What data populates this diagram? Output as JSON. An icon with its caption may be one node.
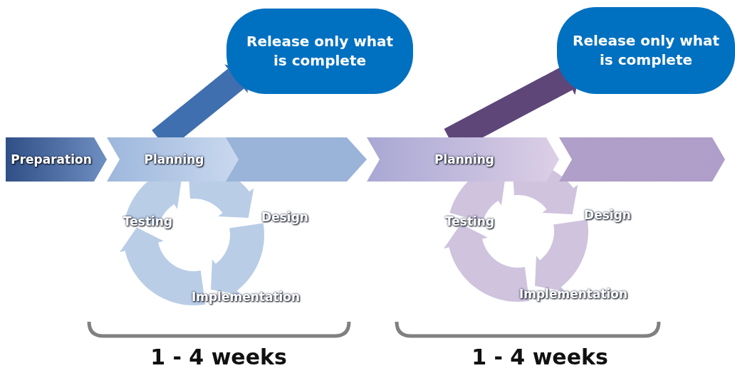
{
  "diagram": {
    "nodes": [
      {
        "text": [
          "Preparation"
        ]
      },
      {
        "text": [
          "Planning"
        ]
      },
      {
        "text": [
          "Design"
        ]
      },
      {
        "text": [
          "Implementation"
        ]
      },
      {
        "text": [
          "Testing"
        ]
      },
      {
        "text": [
          "Release only what is complete"
        ]
      },
      {
        "text": [
          "Planning"
        ]
      },
      {
        "text": [
          "Design"
        ]
      },
      {
        "text": [
          "Implementation"
        ]
      },
      {
        "text": [
          "Testing"
        ]
      },
      {
        "text": [
          "Release only what is complete"
        ]
      },
      {
        "text": [],
        "shape": "chevron"
      }
    ],
    "edges": [
      {
        "from": 1,
        "to": 5,
        "arrow": "to",
        "color": "#3f6fae"
      },
      {
        "from": 1,
        "to": 2,
        "arrow": "to",
        "color": "#b9cde6"
      },
      {
        "from": 2,
        "to": 3,
        "arrow": "to",
        "color": "#b9cde6"
      },
      {
        "from": 3,
        "to": 4,
        "arrow": "to",
        "color": "#b9cde6"
      },
      {
        "from": 4,
        "to": 1,
        "arrow": "to",
        "color": "#b9cde6"
      },
      {
        "from": 1,
        "to": 6,
        "arrow": "to",
        "color": "#9ab3d9"
      },
      {
        "from": 6,
        "to": 10,
        "arrow": "to",
        "color": "#5e4679"
      },
      {
        "from": 6,
        "to": 7,
        "arrow": "to",
        "color": "#cfc3de"
      },
      {
        "from": 7,
        "to": 8,
        "arrow": "to",
        "color": "#cfc3de"
      },
      {
        "from": 8,
        "to": 9,
        "arrow": "to",
        "color": "#cfc3de"
      },
      {
        "from": 9,
        "to": 6,
        "arrow": "to",
        "color": "#cfc3de"
      }
    ],
    "labels": [
      "1 - 4 weeks",
      "1 - 4 weeks"
    ]
  }
}
